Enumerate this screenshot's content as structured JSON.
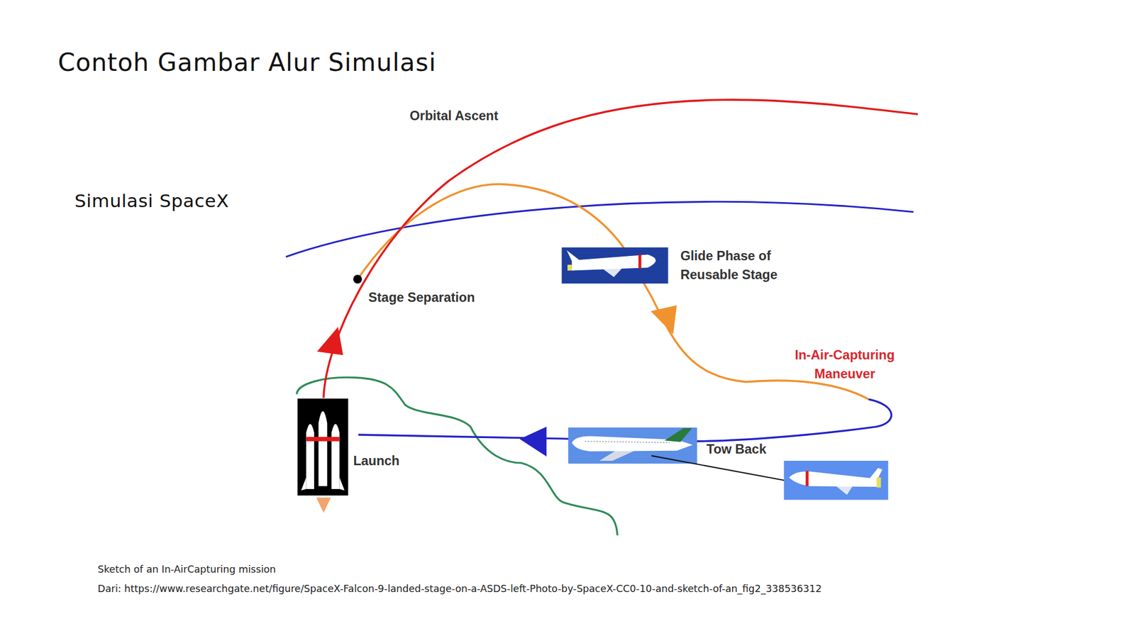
{
  "diagram": {
    "title": "Contoh Gambar Alur Simulasi",
    "caption": "Sketch of an In-AirCapturing mission",
    "labels": [
      "Simulasi SpaceX",
      "Orbital Ascent",
      "Stage Separation",
      "Glide Phase of Reusable Stage",
      "In-Air-Capturing Maneuver",
      "Tow Back",
      "Launch",
      "Dari: https://www.researchgate.net/figure/SpaceX-Falcon-9-landed-stage-on-a-ASDS-left-Photo-by-SpaceX-CC0-10-and-sketch-of-an_fig2_338536312"
    ]
  }
}
